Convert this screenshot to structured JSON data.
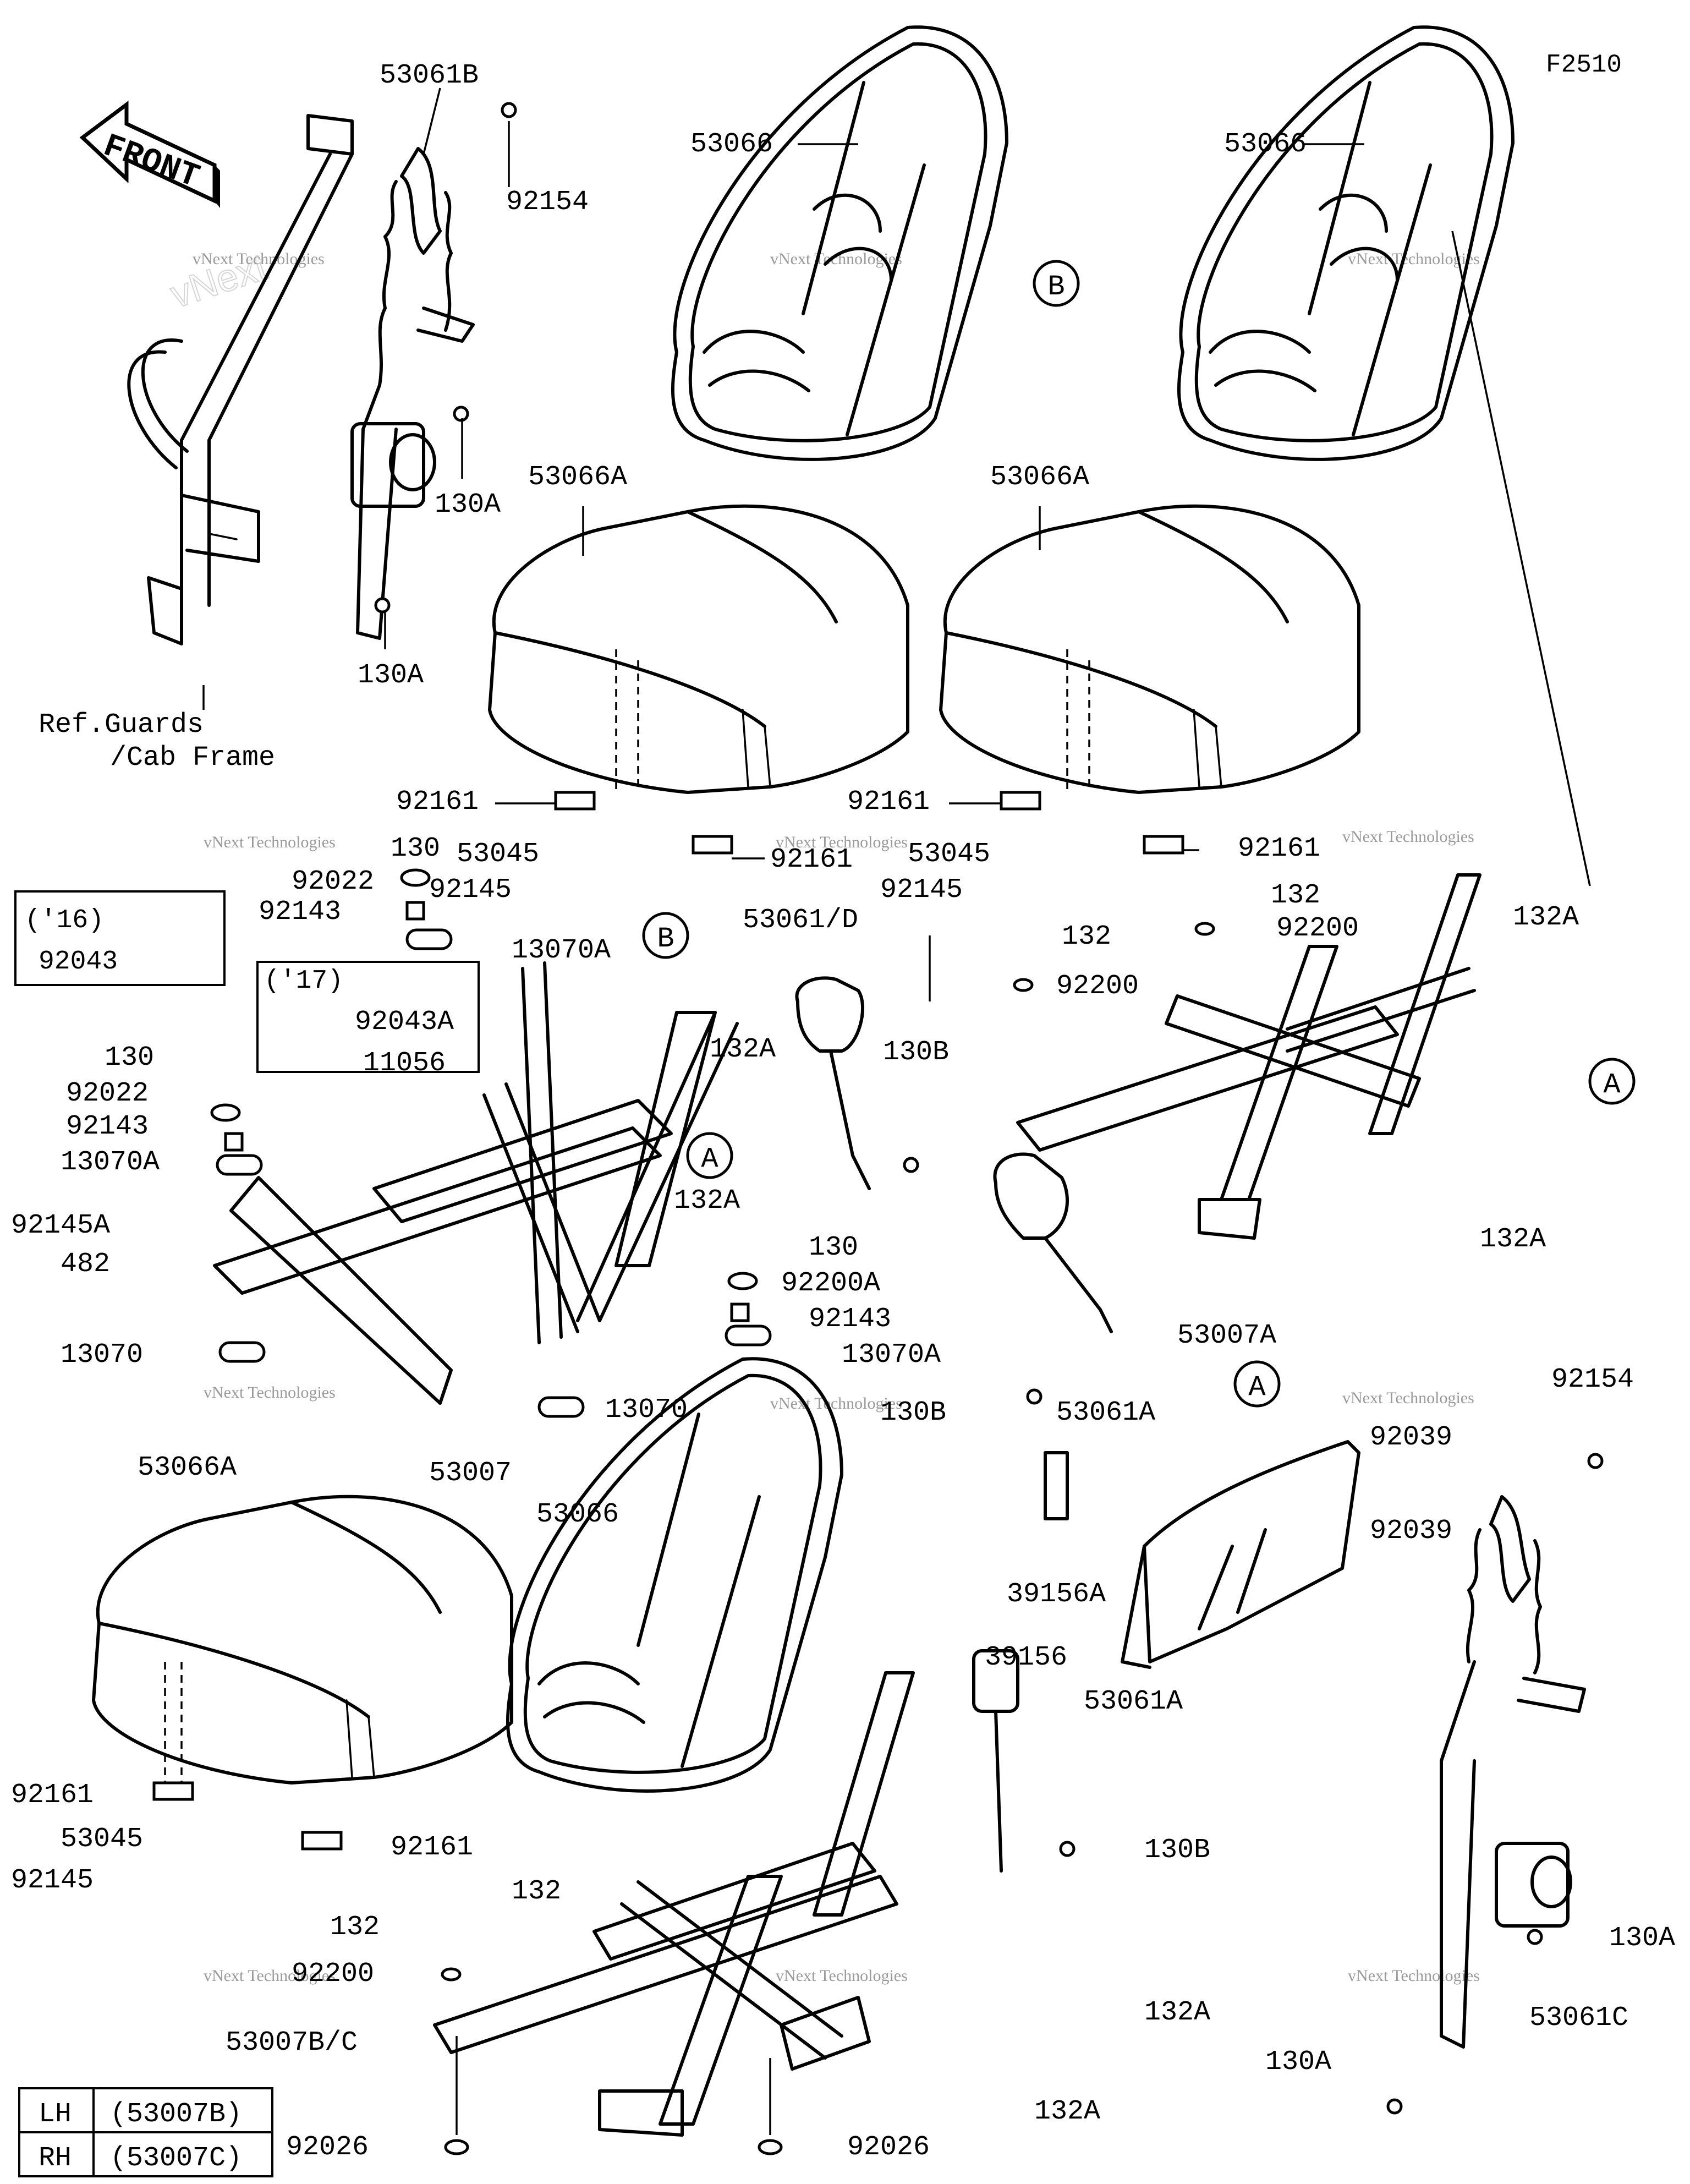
{
  "figure_code": "F2510",
  "front_arrow_text": "FRONT",
  "ref_note": {
    "line1": "Ref.Guards",
    "line2": "/Cab Frame"
  },
  "watermark": {
    "line1": "vNext Technologies",
    "line2": "Technologies",
    "big_v": "vNext"
  },
  "callouts": {
    "A": "A",
    "B": "B"
  },
  "year_boxes": {
    "y16": {
      "year": "('16)",
      "part": "92043"
    },
    "y17": {
      "year": "('17)"
    }
  },
  "legend_table": {
    "rows": [
      {
        "side": "LH",
        "part": "(53007B)"
      },
      {
        "side": "RH",
        "part": "(53007C)"
      }
    ]
  },
  "part_labels": [
    {
      "id": "l1",
      "text": "53061B"
    },
    {
      "id": "l2",
      "text": "92154"
    },
    {
      "id": "l3",
      "text": "130A"
    },
    {
      "id": "l4",
      "text": "130A"
    },
    {
      "id": "l5",
      "text": "53066"
    },
    {
      "id": "l6",
      "text": "53066"
    },
    {
      "id": "l7",
      "text": "53066A"
    },
    {
      "id": "l8",
      "text": "53066A"
    },
    {
      "id": "l9",
      "text": "92161"
    },
    {
      "id": "l10",
      "text": "53045"
    },
    {
      "id": "l11",
      "text": "92161"
    },
    {
      "id": "l12",
      "text": "92145"
    },
    {
      "id": "l13",
      "text": "92161"
    },
    {
      "id": "l14",
      "text": "53045"
    },
    {
      "id": "l15",
      "text": "92161"
    },
    {
      "id": "l16",
      "text": "92145"
    },
    {
      "id": "l17",
      "text": "130"
    },
    {
      "id": "l18",
      "text": "92022"
    },
    {
      "id": "l19",
      "text": "92143"
    },
    {
      "id": "l20",
      "text": "13070A"
    },
    {
      "id": "l21",
      "text": "92043A"
    },
    {
      "id": "l22",
      "text": "11056"
    },
    {
      "id": "l23",
      "text": "130"
    },
    {
      "id": "l24",
      "text": "92022"
    },
    {
      "id": "l25",
      "text": "92143"
    },
    {
      "id": "l26",
      "text": "13070A"
    },
    {
      "id": "l27",
      "text": "92145A"
    },
    {
      "id": "l28",
      "text": "482"
    },
    {
      "id": "l29",
      "text": "13070"
    },
    {
      "id": "l30",
      "text": "13070"
    },
    {
      "id": "l31",
      "text": "53007"
    },
    {
      "id": "l32",
      "text": "132A"
    },
    {
      "id": "l33",
      "text": "132A"
    },
    {
      "id": "l34",
      "text": "130"
    },
    {
      "id": "l35",
      "text": "92200A"
    },
    {
      "id": "l36",
      "text": "92143"
    },
    {
      "id": "l37",
      "text": "13070A"
    },
    {
      "id": "l38",
      "text": "53061/D"
    },
    {
      "id": "l39",
      "text": "130B"
    },
    {
      "id": "l40",
      "text": "132"
    },
    {
      "id": "l41",
      "text": "92200"
    },
    {
      "id": "l42",
      "text": "132"
    },
    {
      "id": "l43",
      "text": "92200"
    },
    {
      "id": "l44",
      "text": "132A"
    },
    {
      "id": "l45",
      "text": "132A"
    },
    {
      "id": "l46",
      "text": "53007A"
    },
    {
      "id": "l47",
      "text": "130B"
    },
    {
      "id": "l48",
      "text": "53061A"
    },
    {
      "id": "l49",
      "text": "92154"
    },
    {
      "id": "l50",
      "text": "92039"
    },
    {
      "id": "l51",
      "text": "92039"
    },
    {
      "id": "l52",
      "text": "39156A"
    },
    {
      "id": "l53",
      "text": "39156"
    },
    {
      "id": "l54",
      "text": "53066A"
    },
    {
      "id": "l55",
      "text": "53066"
    },
    {
      "id": "l56",
      "text": "53061A"
    },
    {
      "id": "l57",
      "text": "130B"
    },
    {
      "id": "l58",
      "text": "92161"
    },
    {
      "id": "l59",
      "text": "53045"
    },
    {
      "id": "l60",
      "text": "92161"
    },
    {
      "id": "l61",
      "text": "92145"
    },
    {
      "id": "l62",
      "text": "132"
    },
    {
      "id": "l63",
      "text": "132"
    },
    {
      "id": "l64",
      "text": "92200"
    },
    {
      "id": "l65",
      "text": "53007B/C"
    },
    {
      "id": "l66",
      "text": "132A"
    },
    {
      "id": "l67",
      "text": "132A"
    },
    {
      "id": "l68",
      "text": "92026"
    },
    {
      "id": "l69",
      "text": "92026"
    },
    {
      "id": "l70",
      "text": "130A"
    },
    {
      "id": "l71",
      "text": "53061C"
    },
    {
      "id": "l72",
      "text": "130A"
    }
  ]
}
